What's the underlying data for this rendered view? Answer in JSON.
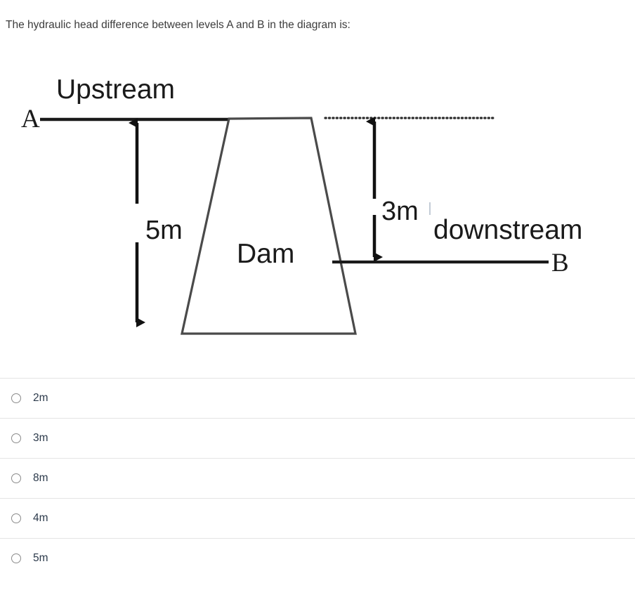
{
  "question": {
    "prompt": "The hydraulic head difference between levels A and B in the diagram is:"
  },
  "diagram": {
    "upstream_label": "Upstream",
    "level_a_label": "A",
    "level_b_label": "B",
    "dam_label": "Dam",
    "downstream_label": "downstream",
    "upstream_depth_label": "5m",
    "downstream_depth_label": "3m",
    "line_color": "#1a1a1a",
    "dam_outline_color": "#4a4a4a",
    "dotted_line_color": "#2b2b2b"
  },
  "options": [
    {
      "id": "opt-2m",
      "label": "2m",
      "selected": false
    },
    {
      "id": "opt-3m",
      "label": "3m",
      "selected": false
    },
    {
      "id": "opt-8m",
      "label": "8m",
      "selected": false
    },
    {
      "id": "opt-4m",
      "label": "4m",
      "selected": false
    },
    {
      "id": "opt-5m",
      "label": "5m",
      "selected": false
    }
  ]
}
